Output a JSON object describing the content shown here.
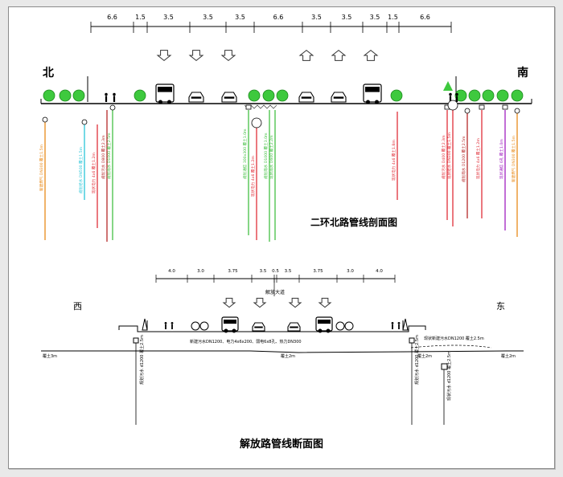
{
  "top": {
    "title": "二环北路管线剖面图",
    "north": "北",
    "south": "南",
    "dims": [
      "6.6",
      "1.5",
      "3.5",
      "3.5",
      "3.5",
      "6.6",
      "3.5",
      "3.5",
      "3.5",
      "1.5",
      "6.6"
    ],
    "pipes": [
      {
        "label": "新建燃气 DN300 覆土1.5m",
        "color": "#e88a1a"
      },
      {
        "label": "规划给水 DN500 覆土1.5m",
        "color": "#29c6d8"
      },
      {
        "label": "现状电力 4x6 覆土1.2m",
        "color": "#e0303a"
      },
      {
        "label": "规划污水 D800 覆土2.3m",
        "color": "#b52a2a"
      },
      {
        "label": "规划雨水 D1000 覆土2.5m",
        "color": "#44c044"
      },
      {
        "label": "规划通信 300x300 覆土1.0m",
        "color": "#44c044"
      },
      {
        "label": "现状电力 4x6 覆土1.2m",
        "color": "#e0303a"
      },
      {
        "label": "规划雨水 D1000 覆土3.0m",
        "color": "#44c044"
      },
      {
        "label": "现状雨水 D600 覆土2.2m",
        "color": "#44c044"
      },
      {
        "label": "现状电力 4x6 覆土1.8m",
        "color": "#e0303a"
      },
      {
        "label": "规划污水 D400 覆土2.3m",
        "color": "#e0303a"
      },
      {
        "label": "现状给水 DN300 覆土1.5m",
        "color": "#e0303a"
      },
      {
        "label": "规划雨水 D1200 覆土2.5m",
        "color": "#b52a2a"
      },
      {
        "label": "现状电力 4x6 覆土1.2m",
        "color": "#e0303a"
      },
      {
        "label": "现状通信 6孔 覆土1.0m",
        "color": "#a020c0"
      },
      {
        "label": "新建燃气 DN300 覆土1.5m",
        "color": "#e88a1a"
      }
    ]
  },
  "bottom": {
    "title": "解放路管线断面图",
    "west": "西",
    "east": "东",
    "road_name": "解放大道",
    "dims": [
      "4.0",
      "3.0",
      "3.75",
      "3.5",
      "0.5",
      "3.5",
      "3.75",
      "3.0",
      "4.0"
    ],
    "note_main": "新建污水DN1200、电力4x6x200、弱电6x8孔、热力DN300",
    "note_east": "现状新建污水DN1200 覆土2.5m",
    "cover_w": "覆土3m",
    "cover_mid": "覆土2m",
    "cover_e1": "覆土2m",
    "cover_e2": "覆土2m",
    "vert_left": "规划污水 d1200 覆土2.5m",
    "vert_right1": "规划污水 d1200 覆土2.5m",
    "vert_right2": "现状污水 d1200 覆土2.5m"
  },
  "colors": {
    "tree": "#3ec93e",
    "arrow": "#333333",
    "frame": "#8a8a8a"
  }
}
